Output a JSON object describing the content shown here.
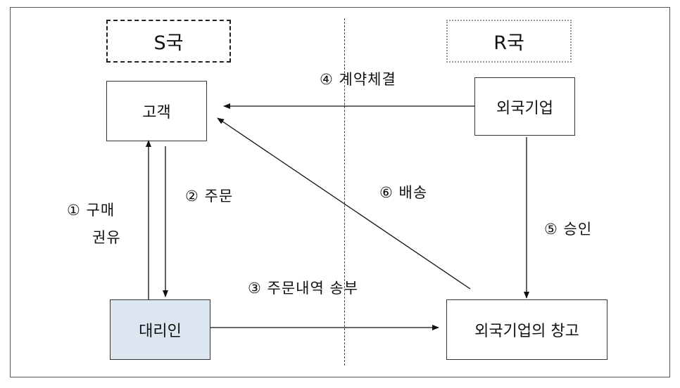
{
  "countries": {
    "s": "S국",
    "r": "R국"
  },
  "nodes": {
    "customer": "고객",
    "foreign_company": "외국기업",
    "agent": "대리인",
    "warehouse": "외국기업의 창고"
  },
  "steps": {
    "s1_line1": "① 구매",
    "s1_line2": "권유",
    "s2": "② 주문",
    "s3": "③ 주문내역 송부",
    "s4": "④ 계약체결",
    "s5": "⑤ 승인",
    "s6": "⑥ 배송"
  }
}
